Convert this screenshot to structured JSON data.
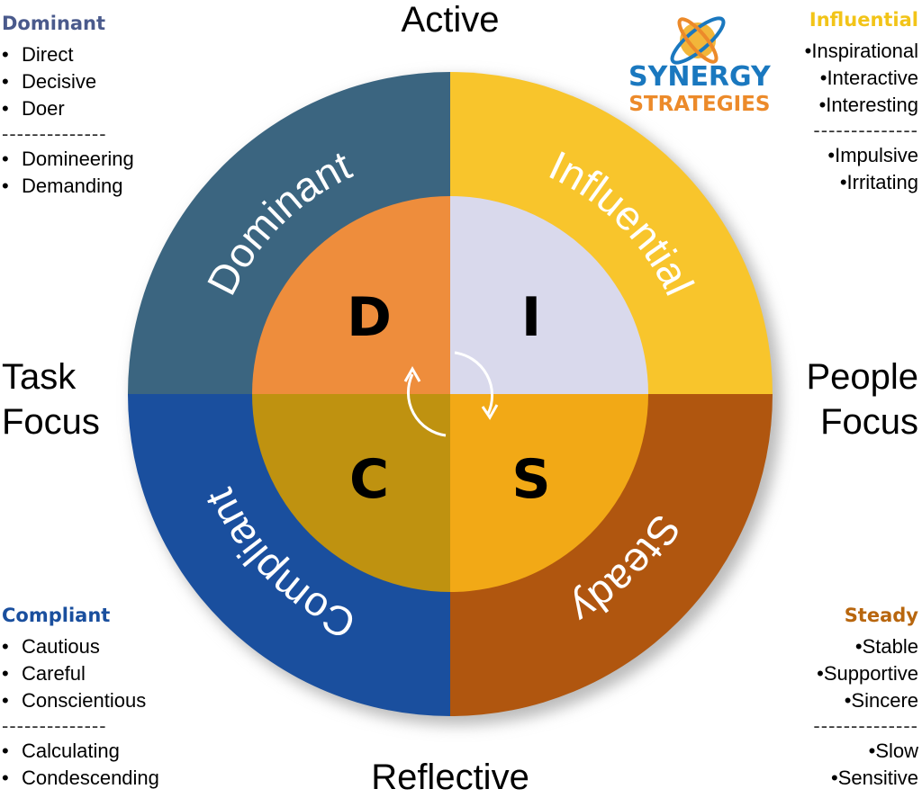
{
  "axes": {
    "top": "Active",
    "bottom": "Reflective",
    "left": [
      "Task",
      "Focus"
    ],
    "right": [
      "People",
      "Focus"
    ]
  },
  "logo": {
    "line1": "SYNERGY",
    "line2": "STRATEGIES"
  },
  "quadrants": [
    {
      "name": "Dominant",
      "letter": "D",
      "color": "#3b6580",
      "inner_color": "#ee8d3c",
      "heading_color": "#4a5a8c",
      "positives": [
        "Direct",
        "Decisive",
        "Doer"
      ],
      "negatives": [
        "Domineering",
        "Demanding"
      ]
    },
    {
      "name": "Influential",
      "letter": "I",
      "color": "#f8c52c",
      "inner_color": "#d9d9ec",
      "heading_color": "#f2c418",
      "positives": [
        "Inspirational",
        "Interactive",
        "Interesting"
      ],
      "negatives": [
        "Impulsive",
        "Irritating"
      ]
    },
    {
      "name": "Steady",
      "letter": "S",
      "color": "#b0560f",
      "inner_color": "#f2a916",
      "heading_color": "#b8660e",
      "positives": [
        "Stable",
        "Supportive",
        "Sincere"
      ],
      "negatives": [
        "Slow",
        "Sensitive"
      ]
    },
    {
      "name": "Compliant",
      "letter": "C",
      "color": "#1a4f9e",
      "inner_color": "#bf9210",
      "heading_color": "#1a4f9e",
      "positives": [
        "Cautious",
        "Careful",
        "Conscientious"
      ],
      "negatives": [
        "Calculating",
        "Condescending"
      ]
    }
  ],
  "divider": "--------------"
}
